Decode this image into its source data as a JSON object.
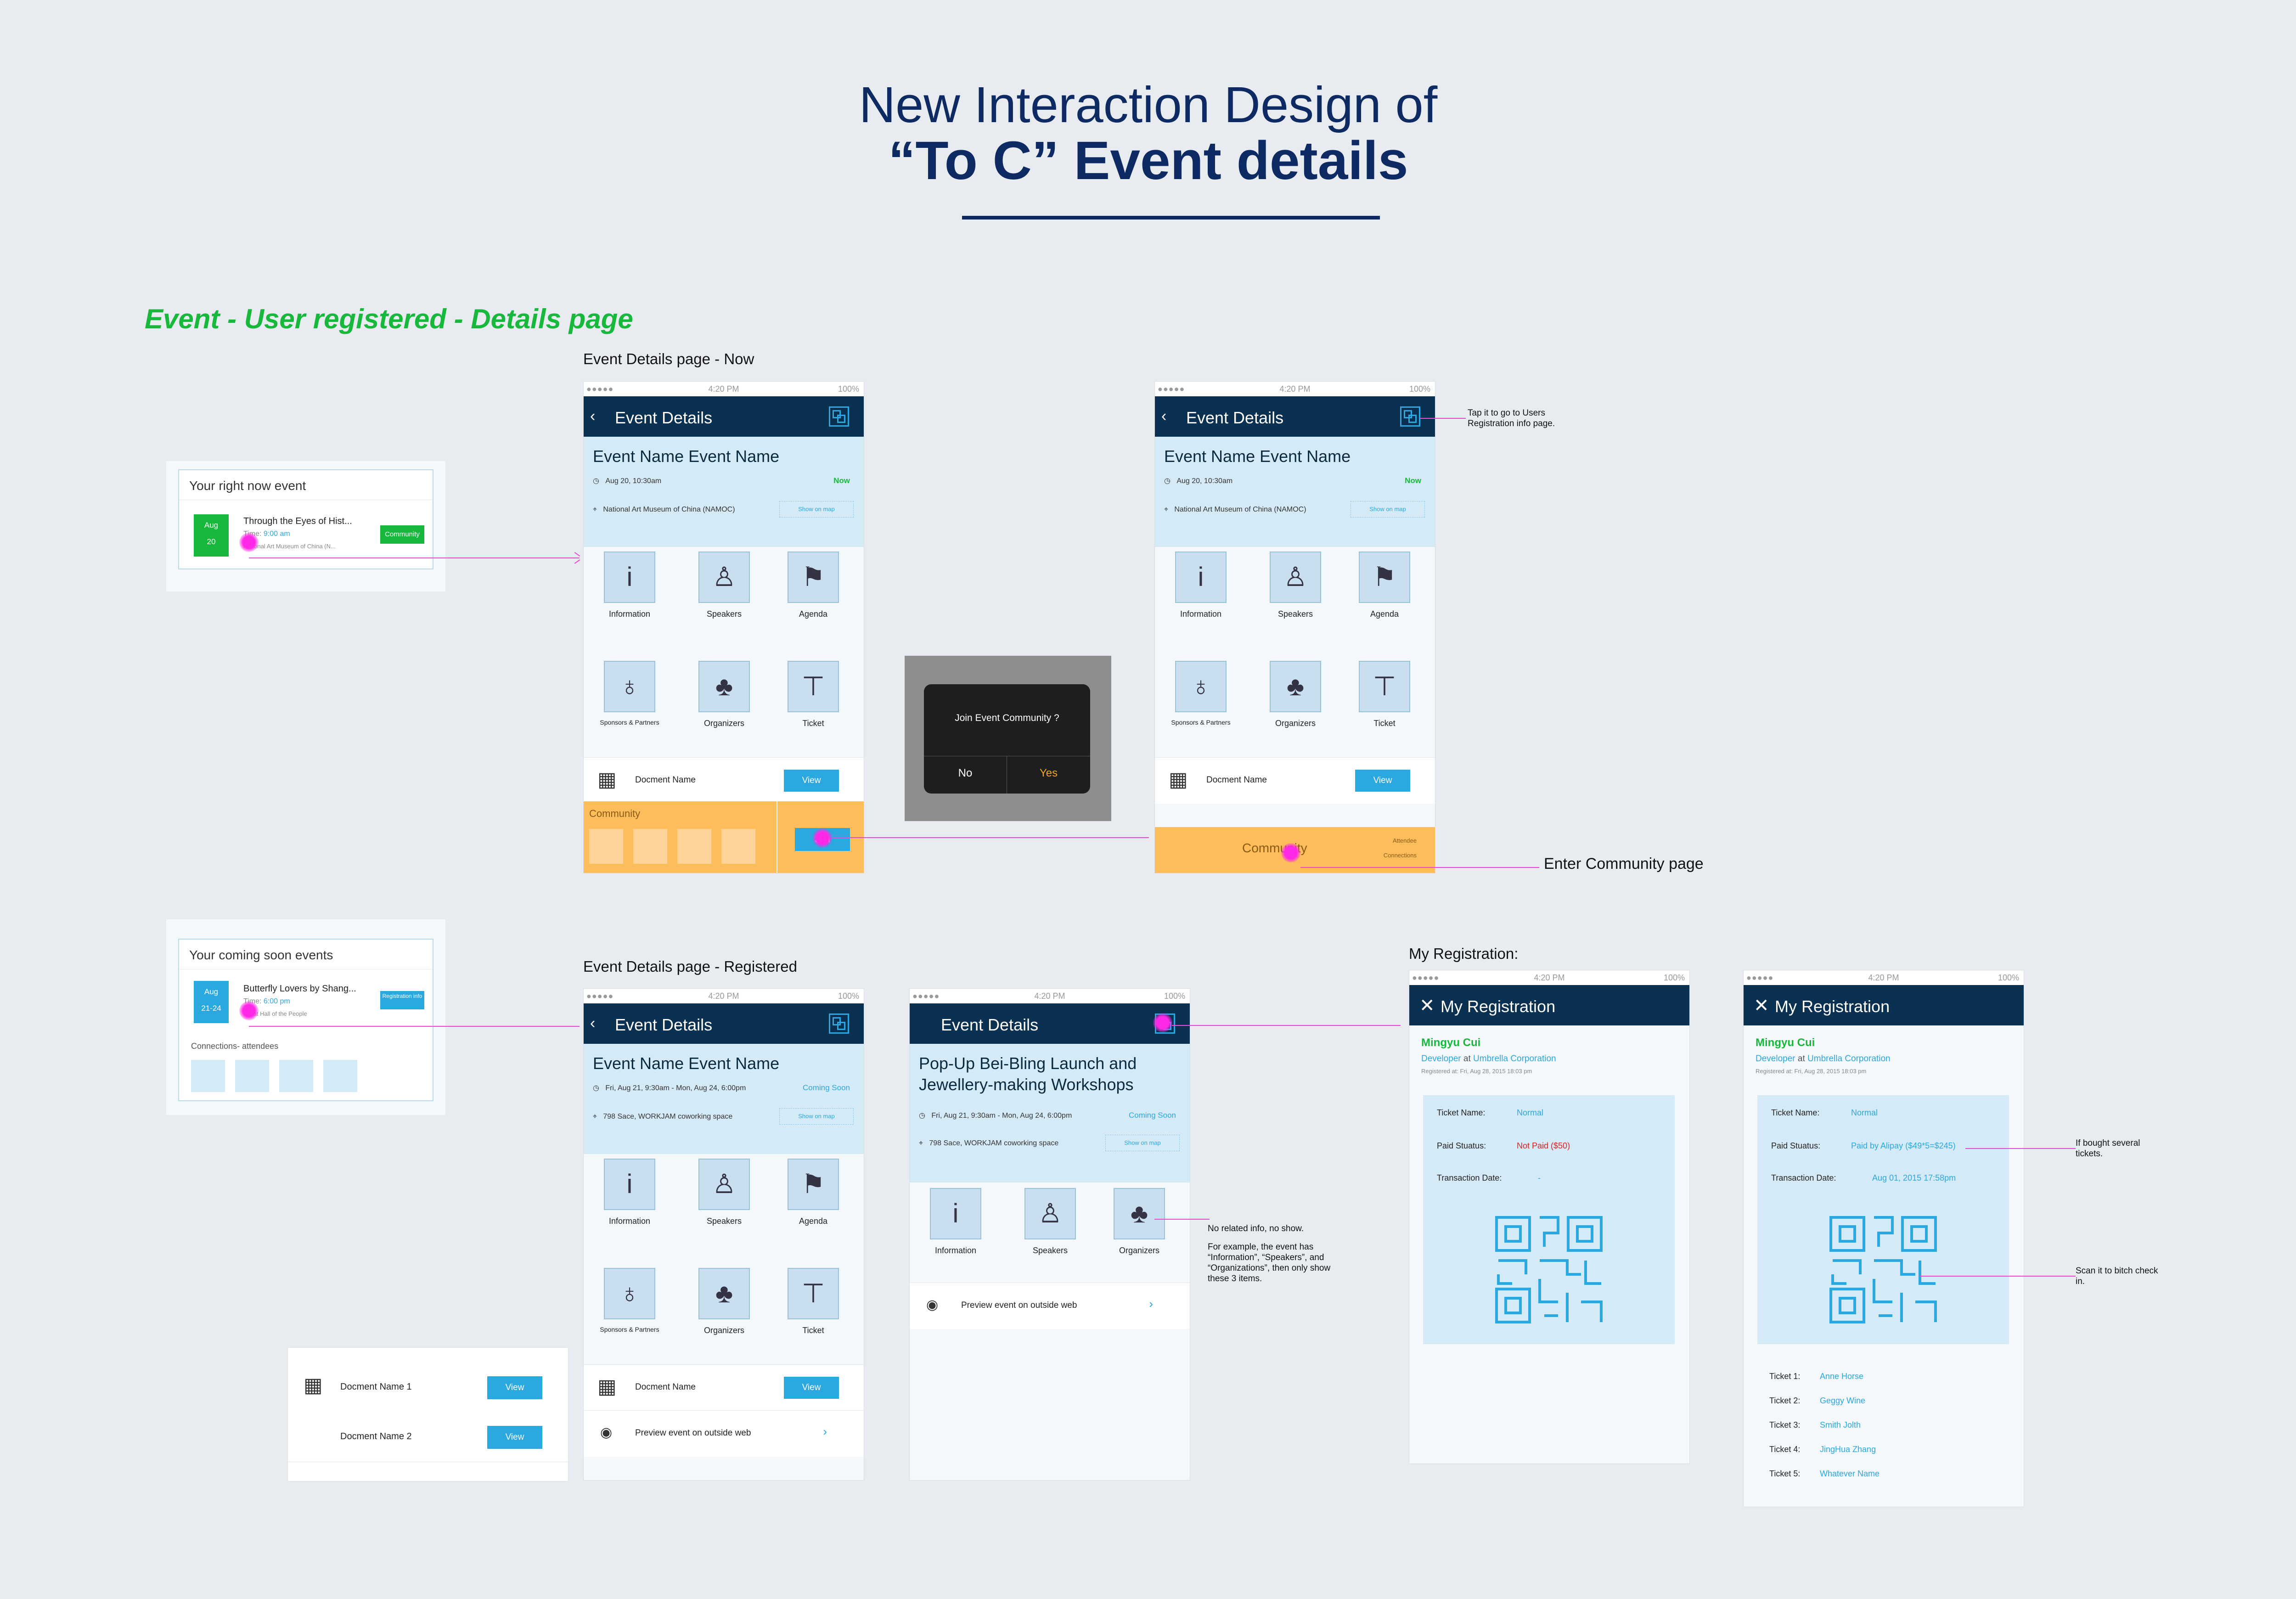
{
  "title": {
    "line1": "New Interaction Design of",
    "line2": "“To C” Event details"
  },
  "section": "Event - User registered - Details page",
  "captions": {
    "now": "Event Details page - Now",
    "registered": "Event Details page - Registered",
    "my_registration": "My Registration:"
  },
  "status_bar": {
    "signal": "●●●●● ",
    "time": "4:20 PM",
    "battery": "100%"
  },
  "right_now_card": {
    "title": "Your right now event",
    "month": "Aug",
    "day": "20",
    "event": "Through the Eyes of Hist...",
    "time_label": "Time:",
    "time_value": "9:00 am",
    "place": "National Art Museum of China (N...",
    "button": "Community"
  },
  "coming_soon_card": {
    "title": "Your coming soon events",
    "month": "Aug",
    "day": "21-24",
    "event": "Butterfly Lovers by Shang...",
    "time_label": "Time:",
    "time_value": "6:00 pm",
    "place": "Great Hall of the People",
    "button": "Registration info",
    "connections": "Connections- attendees"
  },
  "docs_card": {
    "doc1": "Docment Name 1",
    "doc2": "Docment Name 2",
    "view": "View"
  },
  "phone_now": {
    "nav_title": "Event  Details",
    "event_name": "Event Name Event Name",
    "date": "Aug 20, 10:30am",
    "status": "Now",
    "location": "National Art Museum of China (NAMOC)",
    "map": "Show on map",
    "items": [
      "Information",
      "Speakers",
      "Agenda",
      "Sponsors & Partners",
      "Organizers",
      "Ticket"
    ],
    "doc_name": "Docment Name",
    "view": "View",
    "community": "Community",
    "join": "Join"
  },
  "dialog": {
    "question": "Join Event Community ?",
    "no": "No",
    "yes": "Yes"
  },
  "phone_now_joined": {
    "community": "Community",
    "attendee": "Attendee",
    "connections": "Connections",
    "note_qr": "Tap it to go to Users Registration info page.",
    "note_community": "Enter Community page"
  },
  "phone_registered": {
    "event_name": "Event Name Event Name",
    "date": "Fri, Aug 21, 9:30am - Mon, Aug 24, 6:00pm",
    "status": "Coming Soon",
    "location": "798 Sace, WORKJAM coworking space",
    "map": "Show on map",
    "preview": "Preview event on outside web"
  },
  "phone_popup": {
    "event_name": "Pop-Up Bei-Bling Launch and Jewellery-making Workshops",
    "items": [
      "Information",
      "Speakers",
      "Organizers"
    ],
    "note1": "No related info, no show.",
    "note2": "For example, the event has “Information”, “Speakers”, and “Organizations”, then only show these 3 items."
  },
  "registration": {
    "nav_title": "My Registration",
    "name": "Mingyu Cui",
    "role": "Developer",
    "at": " at ",
    "company": "Umbrella Corporation",
    "registered_on": "Registered at: Fri, Aug 28, 2015  18:03 pm",
    "ticket_name_label": "Ticket Name:",
    "ticket_name": "Normal",
    "paid_label": "Paid Stuatus:",
    "paid_a": "Not Paid ($50)",
    "paid_b": "Paid by Alipay ($49*5=$245)",
    "trans_label": "Transaction Date:",
    "trans_a": "-",
    "trans_b": "Aug 01, 2015   17:58pm",
    "tickets": [
      {
        "label": "Ticket 1:",
        "name": "Anne Horse"
      },
      {
        "label": "Ticket 2:",
        "name": "Geggy Wine"
      },
      {
        "label": "Ticket 3:",
        "name": "Smith Jolth"
      },
      {
        "label": "Ticket 4:",
        "name": "JingHua Zhang"
      },
      {
        "label": "Ticket 5:",
        "name": "Whatever Name"
      }
    ],
    "note_bought": "If bought several tickets.",
    "note_scan": "Scan it to bitch check in."
  },
  "colors": {
    "navy": "#0a3152",
    "accent": "#2aa8df",
    "green": "#17b83c",
    "orange": "#fcbd5a",
    "pink": "#e94bd6"
  }
}
